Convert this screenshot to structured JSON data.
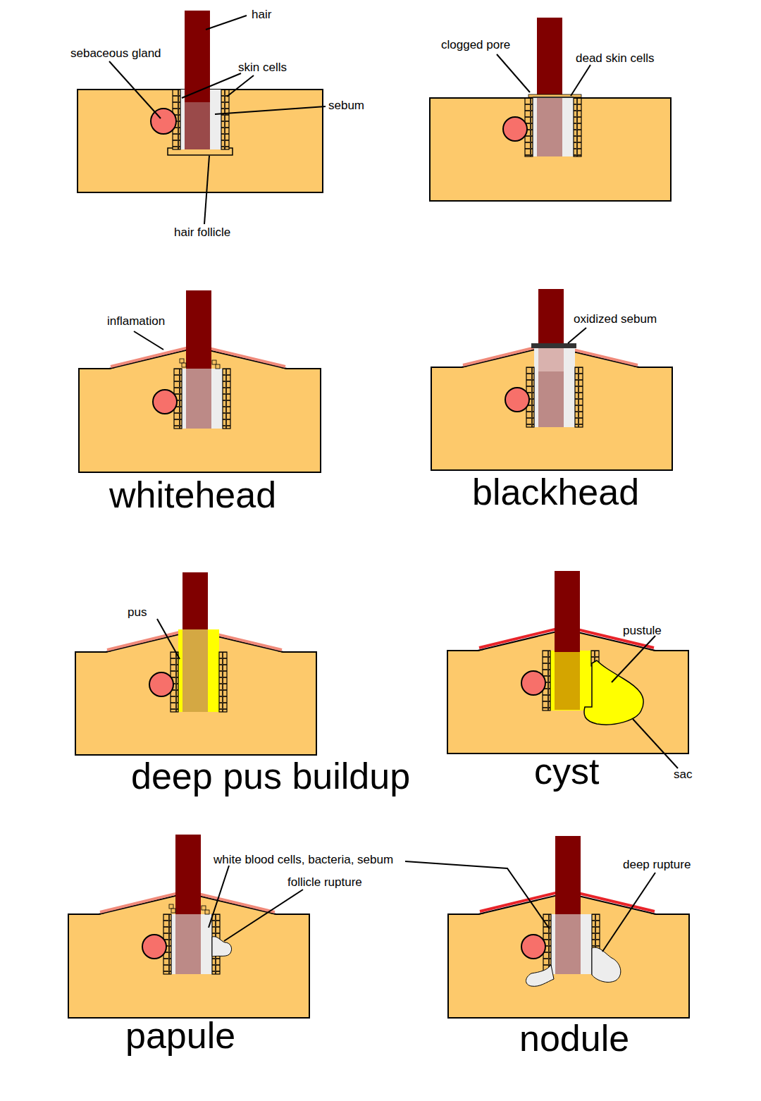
{
  "diagram": {
    "labels": [
      "hair",
      "sebaceous gland",
      "skin cells",
      "sebum",
      "hair follicle",
      "clogged pore",
      "dead skin cells",
      "inflamation",
      "oxidized sebum",
      "whitehead",
      "blackhead",
      "pus",
      "pustule",
      "deep pus buildup",
      "cyst",
      "sac",
      "white blood cells, bacteria, sebum",
      "follicle rupture",
      "deep rupture",
      "papule",
      "nodule"
    ]
  }
}
